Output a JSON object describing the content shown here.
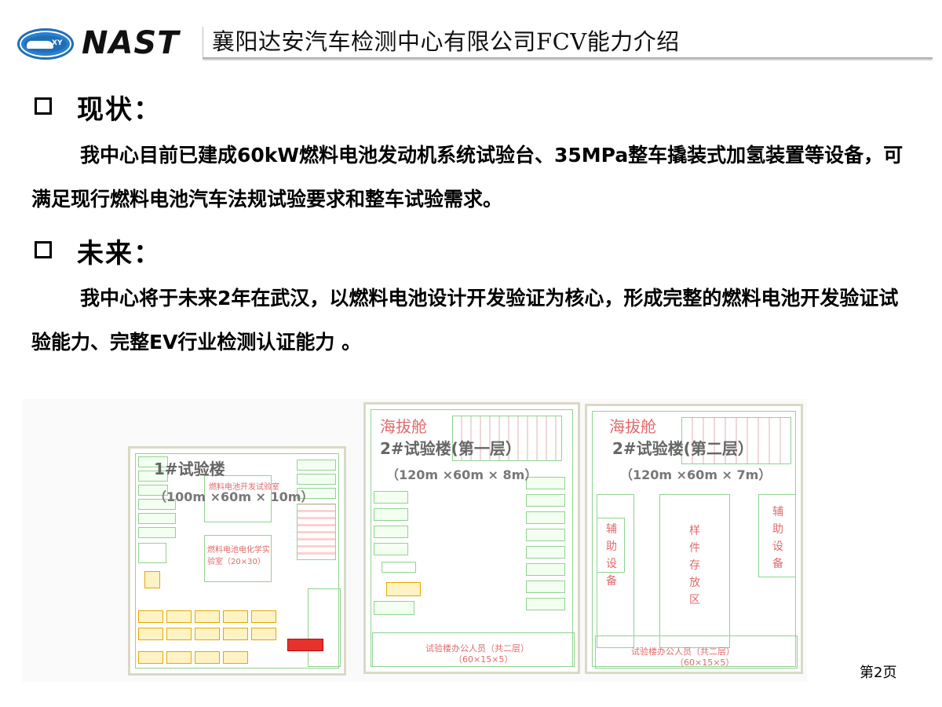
{
  "header": {
    "logo_text": "NAST",
    "logo_badge": "XY",
    "title": "襄阳达安汽车检测中心有限公司FCV能力介绍"
  },
  "sections": [
    {
      "heading": "现状：",
      "body": "我中心目前已建成60kW燃料电池发动机系统试验台、35MPa整车撬装式加氢装置等设备，可满足现行燃料电池汽车法规试验要求和整车试验需求。"
    },
    {
      "heading": "未来：",
      "body": "我中心将于未来2年在武汉，以燃料电池设计开发验证为核心，形成完整的燃料电池开发验证试验能力、完整EV行业检测认证能力 。"
    }
  ],
  "plans": [
    {
      "label": "1#试验楼",
      "dims": "（100m ×60m × 10m）",
      "room_a": "燃料电池开发试验室",
      "room_b": "燃料电池电化学实验室（20×30）"
    },
    {
      "label": "2#试验楼(第一层）",
      "dims": "（120m ×60m × 8m）",
      "red_label": "海拔舱",
      "office": "试验楼办公人员（共二层）",
      "office_dims": "（60×15×5）"
    },
    {
      "label": "2#试验楼(第二层）",
      "dims": "（120m ×60m × 7m）",
      "red_label": "海拔舱",
      "left_room": "辅助设备",
      "center_room": "样件存放区",
      "right_room": "辅助设备",
      "office": "试验楼办公人员（共二层）",
      "office_dims": "（60×15×5）"
    }
  ],
  "footer": {
    "page": "第2页"
  },
  "colors": {
    "logo_blue": "#1f6fb8",
    "plan_line_green": "#8fd48f",
    "plan_highlight": "#fff3c4",
    "plan_alert_red": "#e8312a"
  }
}
